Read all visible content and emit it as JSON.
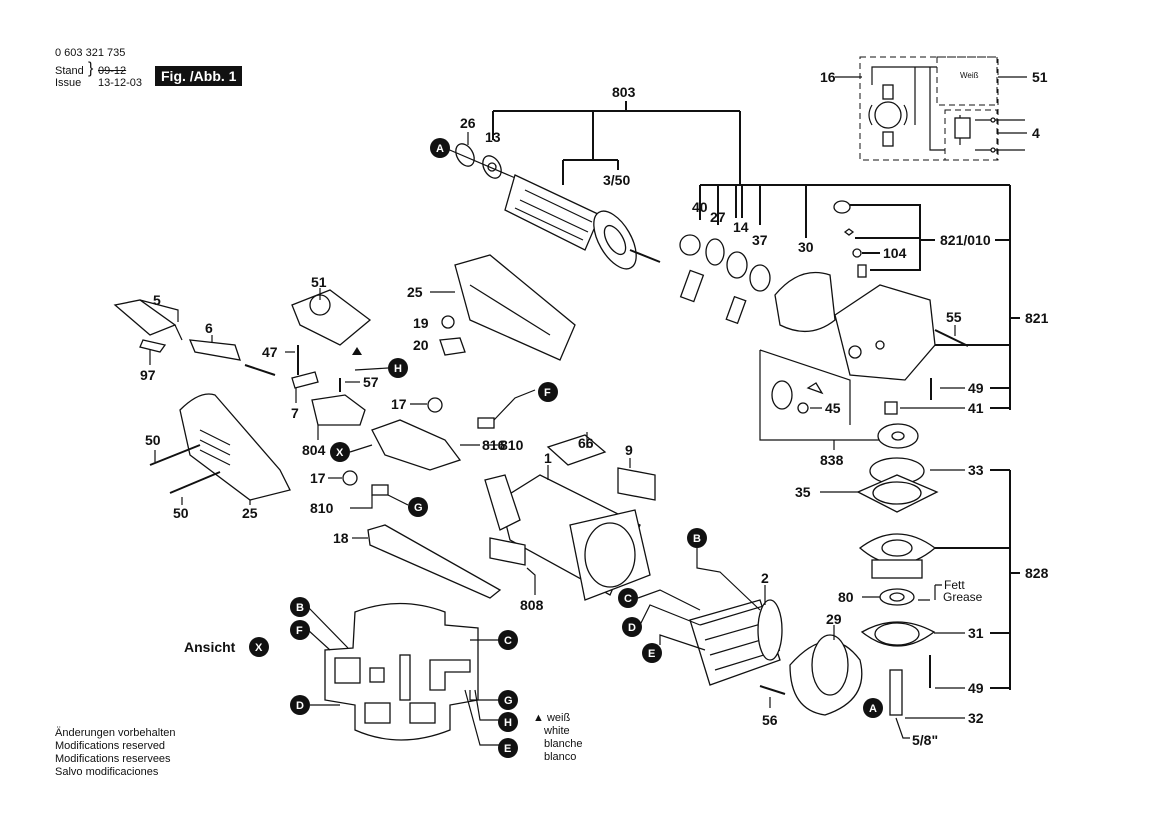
{
  "header": {
    "part_number": "0 603 321 735",
    "stand_label": "Stand",
    "issue_label": "Issue",
    "old_date": "09-12",
    "issue_date": "13-12-03",
    "figure_label": "Fig. /Abb. 1"
  },
  "notes": [
    "Änderungen vorbehalten",
    "Modifications reserved",
    "Modifications reservees",
    "Salvo modificaciones"
  ],
  "white_note": {
    "marker": "▲",
    "lines": [
      "weiß",
      "white",
      "blanche",
      "blanco"
    ]
  },
  "view_label": "Ansicht",
  "view_marker": "X",
  "grease_note": [
    "Fett",
    "Grease"
  ],
  "wiring": {
    "weiss": "Weiß"
  },
  "thread_size": "5/8\"",
  "part_labels": {
    "p803": "803",
    "p26": "26",
    "p13": "13",
    "p350": "3/50",
    "p40": "40",
    "p27": "27",
    "p14": "14",
    "p37": "37",
    "p30": "30",
    "p821010": "821/010",
    "p104": "104",
    "p821": "821",
    "p55": "55",
    "p49a": "49",
    "p41": "41",
    "p45": "45",
    "p838": "838",
    "p33": "33",
    "p35": "35",
    "p828": "828",
    "p80": "80",
    "p31": "31",
    "p49b": "49",
    "p32": "32",
    "p29": "29",
    "p2": "2",
    "p56": "56",
    "p16": "16",
    "p51a": "51",
    "p4": "4",
    "p25a": "25",
    "p19": "19",
    "p20": "20",
    "p5": "5",
    "p6": "6",
    "p97": "97",
    "p51b": "51",
    "p47": "47",
    "p57": "57",
    "p7": "7",
    "p804": "804",
    "p17a": "17",
    "p816": "816",
    "p810a": "810",
    "p17b": "17",
    "p810b": "810",
    "p50a": "50",
    "p50b": "50",
    "p25b": "25",
    "p18": "18",
    "p66": "66",
    "p9": "9",
    "p1": "1",
    "p808": "808"
  },
  "markers": {
    "A": "A",
    "B": "B",
    "C": "C",
    "D": "D",
    "E": "E",
    "F": "F",
    "G": "G",
    "H": "H",
    "X": "X"
  }
}
